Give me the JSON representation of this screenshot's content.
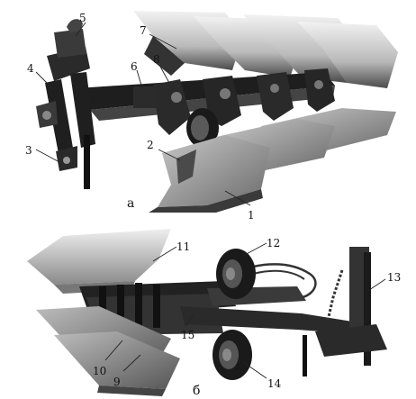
{
  "figure": {
    "panels": [
      {
        "id": "a",
        "caption": "а",
        "labels": [
          "1",
          "2",
          "3",
          "4",
          "5",
          "6",
          "7",
          "8"
        ]
      },
      {
        "id": "b",
        "caption": "б",
        "labels": [
          "9",
          "10",
          "11",
          "12",
          "13",
          "14",
          "15"
        ]
      }
    ]
  }
}
